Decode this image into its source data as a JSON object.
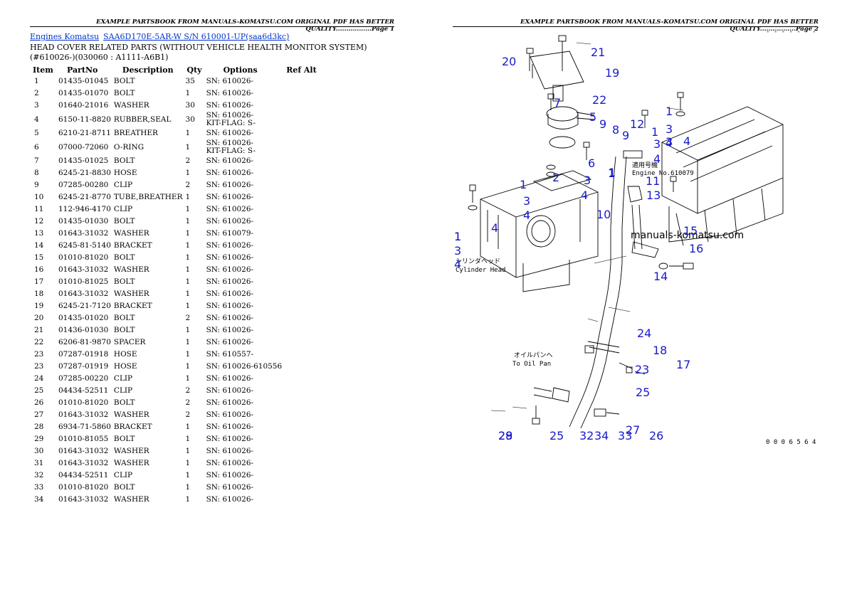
{
  "header": {
    "page1": "EXAMPLE PARTSBOOK FROM MANUALS-KOMATSU.COM ORIGINAL PDF HAS BETTER QUALITY.................Page 1",
    "page2": "EXAMPLE PARTSBOOK FROM MANUALS-KOMATSU.COM ORIGINAL PDF HAS BETTER QUALITY.................Page 2"
  },
  "breadcrumb": {
    "link1": "Engines Komatsu",
    "link2": "SAA6D170E-5AR-W S/N 610001-UP(saa6d3kc)"
  },
  "title": "HEAD COVER RELATED PARTS (WITHOUT VEHICLE HEALTH MONITOR SYSTEM)(#610026-)(030060 : A1111-A6B1)",
  "table": {
    "headers": [
      "Item",
      "PartNo",
      "Description",
      "Qty",
      "Options",
      "Ref Alt"
    ],
    "rows": [
      [
        "1",
        "01435-01045",
        "BOLT",
        "35",
        "SN: 610026-",
        ""
      ],
      [
        "2",
        "01435-01070",
        "BOLT",
        "1",
        "SN: 610026-",
        ""
      ],
      [
        "3",
        "01640-21016",
        "WASHER",
        "30",
        "SN: 610026-",
        ""
      ],
      [
        "4",
        "6150-11-8820",
        "RUBBER,SEAL",
        "30",
        "SN: 610026-",
        "KIT-FLAG: S-"
      ],
      [
        "5",
        "6210-21-8711",
        "BREATHER",
        "1",
        "SN: 610026-",
        ""
      ],
      [
        "6",
        "07000-72060",
        "O-RING",
        "1",
        "SN: 610026-",
        "KIT-FLAG: S-"
      ],
      [
        "7",
        "01435-01025",
        "BOLT",
        "2",
        "SN: 610026-",
        ""
      ],
      [
        "8",
        "6245-21-8830",
        "HOSE",
        "1",
        "SN: 610026-",
        ""
      ],
      [
        "9",
        "07285-00280",
        "CLIP",
        "2",
        "SN: 610026-",
        ""
      ],
      [
        "10",
        "6245-21-8770",
        "TUBE,BREATHER",
        "1",
        "SN: 610026-",
        ""
      ],
      [
        "11",
        "112-946-4170",
        "CLIP",
        "1",
        "SN: 610026-",
        ""
      ],
      [
        "12",
        "01435-01030",
        "BOLT",
        "1",
        "SN: 610026-",
        ""
      ],
      [
        "13",
        "01643-31032",
        "WASHER",
        "1",
        "SN: 610079-",
        ""
      ],
      [
        "14",
        "6245-81-5140",
        "BRACKET",
        "1",
        "SN: 610026-",
        ""
      ],
      [
        "15",
        "01010-81020",
        "BOLT",
        "1",
        "SN: 610026-",
        ""
      ],
      [
        "16",
        "01643-31032",
        "WASHER",
        "1",
        "SN: 610026-",
        ""
      ],
      [
        "17",
        "01010-81025",
        "BOLT",
        "1",
        "SN: 610026-",
        ""
      ],
      [
        "18",
        "01643-31032",
        "WASHER",
        "1",
        "SN: 610026-",
        ""
      ],
      [
        "19",
        "6245-21-7120",
        "BRACKET",
        "1",
        "SN: 610026-",
        ""
      ],
      [
        "20",
        "01435-01020",
        "BOLT",
        "2",
        "SN: 610026-",
        ""
      ],
      [
        "21",
        "01436-01030",
        "BOLT",
        "1",
        "SN: 610026-",
        ""
      ],
      [
        "22",
        "6206-81-9870",
        "SPACER",
        "1",
        "SN: 610026-",
        ""
      ],
      [
        "23",
        "07287-01918",
        "HOSE",
        "1",
        "SN: 610557-",
        ""
      ],
      [
        "23",
        "07287-01919",
        "HOSE",
        "1",
        "SN: 610026-610556",
        ""
      ],
      [
        "24",
        "07285-00220",
        "CLIP",
        "1",
        "SN: 610026-",
        ""
      ],
      [
        "25",
        "04434-52511",
        "CLIP",
        "2",
        "SN: 610026-",
        ""
      ],
      [
        "26",
        "01010-81020",
        "BOLT",
        "2",
        "SN: 610026-",
        ""
      ],
      [
        "27",
        "01643-31032",
        "WASHER",
        "2",
        "SN: 610026-",
        ""
      ],
      [
        "28",
        "6934-71-5860",
        "BRACKET",
        "1",
        "SN: 610026-",
        ""
      ],
      [
        "29",
        "01010-81055",
        "BOLT",
        "1",
        "SN: 610026-",
        ""
      ],
      [
        "30",
        "01643-31032",
        "WASHER",
        "1",
        "SN: 610026-",
        ""
      ],
      [
        "31",
        "01643-31032",
        "WASHER",
        "1",
        "SN: 610026-",
        ""
      ],
      [
        "32",
        "04434-52511",
        "CLIP",
        "1",
        "SN: 610026-",
        ""
      ],
      [
        "33",
        "01010-81020",
        "BOLT",
        "1",
        "SN: 610026-",
        ""
      ],
      [
        "34",
        "01643-31032",
        "WASHER",
        "1",
        "SN: 610026-",
        ""
      ]
    ]
  },
  "diagram": {
    "watermark": "manuals-komatsu.com",
    "jp_label1": "シリンダヘッド",
    "jp_label2": "Cylinder Head",
    "jp_label3": "適用号機",
    "jp_label4": "Engine No.610079",
    "jp_label5": "オイルパンへ",
    "jp_label6": "To Oil Pan",
    "figure_no": "0 0 0 6 5 6 4 1",
    "corner_mark": "- - - - - - - -",
    "callouts": [
      {
        "t": "20"
      },
      {
        "t": "21"
      },
      {
        "t": "19"
      },
      {
        "t": "7"
      },
      {
        "t": "22"
      },
      {
        "t": "5"
      },
      {
        "t": "9"
      },
      {
        "t": "8"
      },
      {
        "t": "12"
      },
      {
        "t": "1"
      },
      {
        "t": "3"
      },
      {
        "t": "4"
      },
      {
        "t": "1"
      },
      {
        "t": "3"
      },
      {
        "t": "4"
      },
      {
        "t": "9"
      },
      {
        "t": "1"
      },
      {
        "t": "3"
      },
      {
        "t": "4"
      },
      {
        "t": "6"
      },
      {
        "t": "2"
      },
      {
        "t": "3"
      },
      {
        "t": "1"
      },
      {
        "t": "1"
      },
      {
        "t": "3"
      },
      {
        "t": "4"
      },
      {
        "t": "4"
      },
      {
        "t": "10"
      },
      {
        "t": "11"
      },
      {
        "t": "13"
      },
      {
        "t": "1"
      },
      {
        "t": "4"
      },
      {
        "t": "1"
      },
      {
        "t": "3"
      },
      {
        "t": "4"
      },
      {
        "t": "15"
      },
      {
        "t": "16"
      },
      {
        "t": "14"
      },
      {
        "t": "24"
      },
      {
        "t": "18"
      },
      {
        "t": "17"
      },
      {
        "t": "23"
      },
      {
        "t": "25"
      },
      {
        "t": "29"
      },
      {
        "t": "28"
      },
      {
        "t": "25"
      },
      {
        "t": "32"
      },
      {
        "t": "34"
      },
      {
        "t": "33"
      },
      {
        "t": "27"
      },
      {
        "t": "26"
      }
    ]
  }
}
